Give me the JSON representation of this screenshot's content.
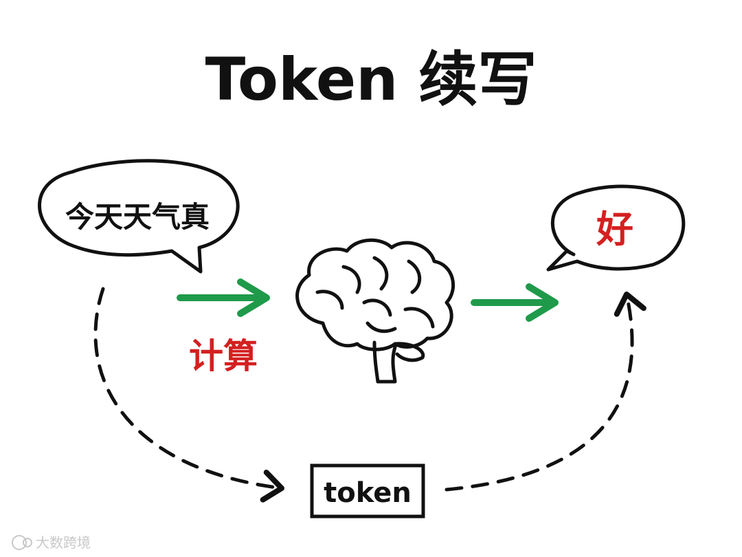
{
  "title": "Token 续写",
  "input_bubble": {
    "text": "今天天气真"
  },
  "output_bubble": {
    "text": "好"
  },
  "compute_label": "计算",
  "token_box": {
    "label": "token"
  },
  "watermark": {
    "text": "大数跨境"
  },
  "colors": {
    "ink": "#111111",
    "arrow_green": "#1f9a4a",
    "highlight_red": "#d42020",
    "watermark": "#c8c8c8"
  },
  "icons": {
    "model": "brain-icon",
    "flow": "right-arrow-icon",
    "feedback": "dashed-curved-arrow-icon"
  }
}
